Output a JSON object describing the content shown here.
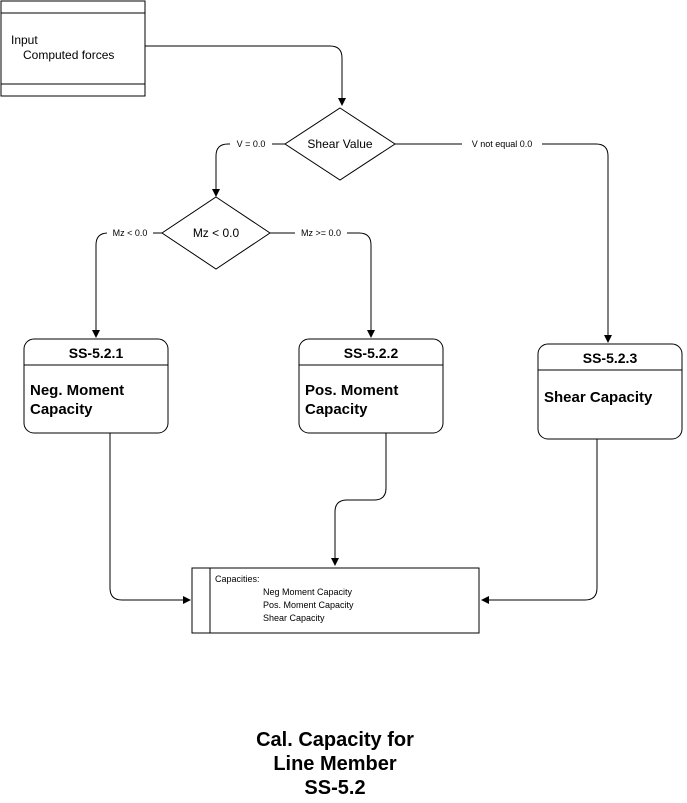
{
  "input": {
    "line1": "Input",
    "line2": "Computed forces"
  },
  "decisions": {
    "shear": "Shear Value",
    "mz": "Mz < 0.0"
  },
  "edges": {
    "v_zero": "V = 0.0",
    "v_nonzero": "V not equal 0.0",
    "mz_neg": "Mz < 0.0",
    "mz_pos": "Mz >= 0.0"
  },
  "processes": {
    "neg": {
      "id": "SS-5.2.1",
      "line1": "Neg. Moment",
      "line2": "Capacity"
    },
    "pos": {
      "id": "SS-5.2.2",
      "line1": "Pos. Moment",
      "line2": "Capacity"
    },
    "shear": {
      "id": "SS-5.2.3",
      "line1": "Shear Capacity"
    }
  },
  "store": {
    "header": "Capacities:",
    "items": [
      "Neg Moment Capacity",
      "Pos. Moment Capacity",
      "Shear Capacity"
    ]
  },
  "title": {
    "line1": "Cal. Capacity for",
    "line2": "Line Member",
    "line3": "SS-5.2"
  }
}
